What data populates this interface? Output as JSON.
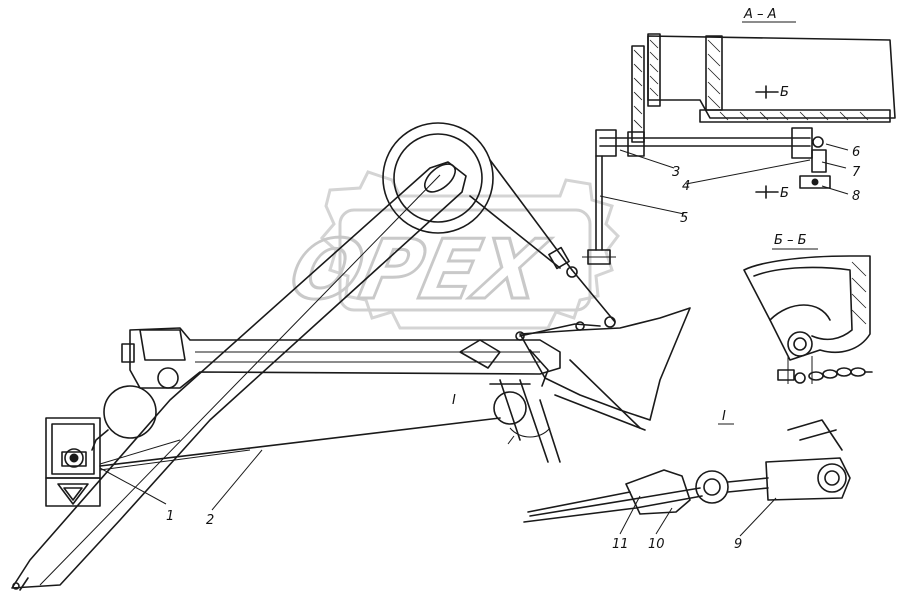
{
  "watermark": {
    "text": "OPEX"
  },
  "sections": {
    "a_a": "А – А",
    "b_b": "Б – Б",
    "b_arrow": "Б",
    "detail": "I",
    "detail_marker": "I"
  },
  "callouts": [
    "1",
    "2",
    "3",
    "4",
    "5",
    "6",
    "7",
    "8",
    "9",
    "10",
    "11"
  ]
}
